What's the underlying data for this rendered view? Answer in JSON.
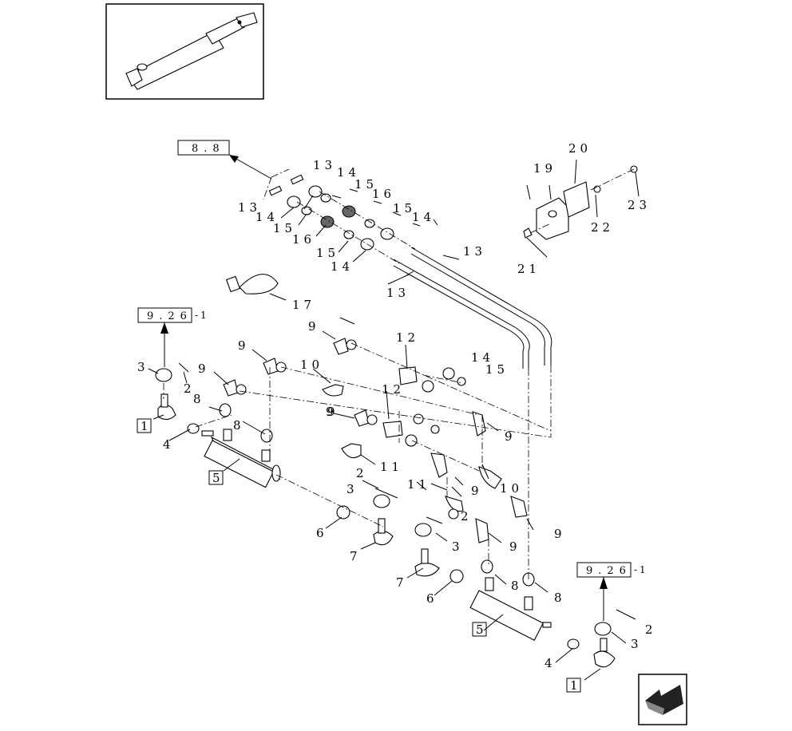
{
  "callouts": {
    "c1": "1",
    "c2": "1",
    "c3": "2",
    "c4": "2",
    "c5": "2",
    "c6": "2",
    "c7": "3",
    "c8": "3",
    "c9": "3",
    "c10": "3",
    "c11": "4",
    "c12": "4",
    "c13": "5",
    "c14": "5",
    "c15": "6",
    "c16": "6",
    "c17": "7",
    "c18": "7",
    "c19": "8",
    "c20": "8",
    "c21": "8",
    "c22": "8",
    "c23": "9",
    "c24": "9",
    "c25": "9",
    "c26": "9",
    "c27": "9",
    "c28": "9",
    "c29": "9",
    "c30": "9",
    "c31": "9",
    "c32": "10",
    "c33": "10",
    "c34": "11",
    "c35": "11",
    "c36": "12",
    "c37": "12",
    "c38": "13",
    "c39": "13",
    "c40": "13",
    "c41": "13",
    "c42": "14",
    "c43": "14",
    "c44": "14",
    "c45": "14",
    "c46": "14",
    "c47": "15",
    "c48": "15",
    "c49": "15",
    "c50": "15",
    "c51": "15",
    "c52": "16",
    "c53": "16",
    "c54": "17",
    "c55": "19",
    "c56": "20",
    "c57": "21",
    "c58": "22",
    "c59": "23"
  },
  "refs": {
    "r1": "8.8",
    "r2": "9.26",
    "r2_suffix": "-1",
    "r3": "9.26",
    "r3_suffix": "-1"
  },
  "icons": {
    "thumbnail": "hydraulic-cylinder-icon",
    "nav": "next-page-arrow-icon"
  }
}
